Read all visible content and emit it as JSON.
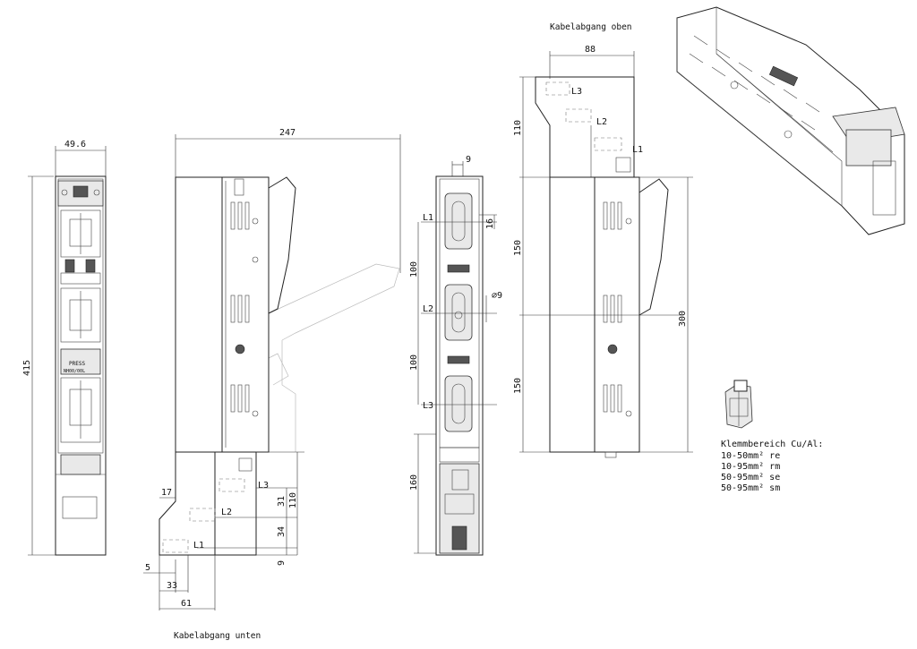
{
  "captions": {
    "cable_top": "Kabelabgang oben",
    "cable_bottom": "Kabelabgang unten"
  },
  "front_view": {
    "width": "49.6",
    "height": "415",
    "label_press": "PRESS",
    "label_model": "NH00/00L"
  },
  "side_view": {
    "depth": "247",
    "d17": "17",
    "d5": "5",
    "d33": "33",
    "d61": "61",
    "d31": "31",
    "d34": "34",
    "d9": "9",
    "d110": "110",
    "phase1": "L1",
    "phase2": "L2",
    "phase3": "L3"
  },
  "mounting_view": {
    "d9_top": "9",
    "d16": "16",
    "hole": "⌀9",
    "d100a": "100",
    "d100b": "100",
    "d160": "160",
    "phase1": "L1",
    "phase2": "L2",
    "phase3": "L3"
  },
  "top_cable_view": {
    "width": "88",
    "d110": "110",
    "d150a": "150",
    "d150b": "150",
    "d300": "300",
    "phase1": "L1",
    "phase2": "L2",
    "phase3": "L3"
  },
  "terminal": {
    "title": "Klemmbereich Cu/Al:",
    "lines": [
      "10-50mm² re",
      "10-95mm² rm",
      "50-95mm² se",
      "50-95mm² sm"
    ]
  }
}
